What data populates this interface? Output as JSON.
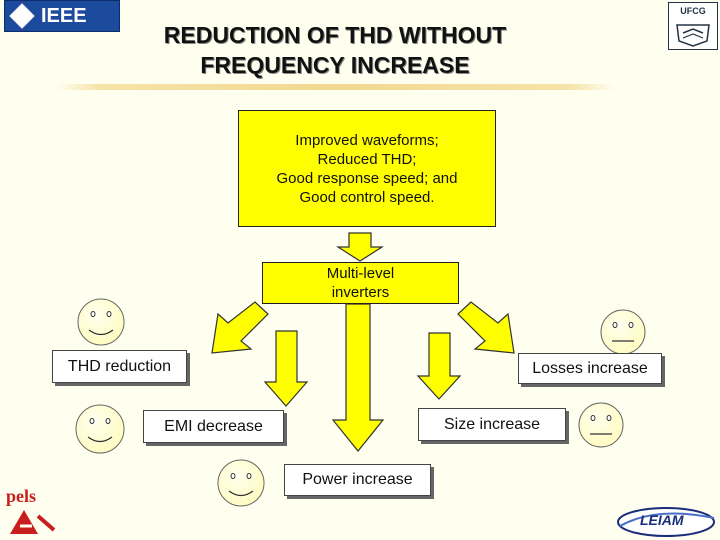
{
  "logos": {
    "ieee": "IEEE",
    "ufcg": "UFCG",
    "pels": "pels",
    "leiam": "LEIAM"
  },
  "title": {
    "line1": "REDUCTION OF THD WITHOUT",
    "line2": "FREQUENCY INCREASE"
  },
  "top_box": {
    "lines": [
      "Improved waveforms;",
      "Reduced THD;",
      "Good response speed; and",
      "Good control speed."
    ]
  },
  "center_box": {
    "line1": "Multi-level",
    "line2": "inverters"
  },
  "effects": {
    "thd_reduction": "THD reduction",
    "losses_increase": "Losses increase",
    "emi_decrease": "EMI decrease",
    "size_increase": "Size increase",
    "power_increase": "Power increase"
  },
  "colors": {
    "box_fill": "#ffff00",
    "arrow_fill": "#ffff00",
    "face_fill": "#ffffcc",
    "background": "#fffff0"
  },
  "faces": [
    "happy",
    "neutral",
    "happy",
    "neutral",
    "happy"
  ]
}
